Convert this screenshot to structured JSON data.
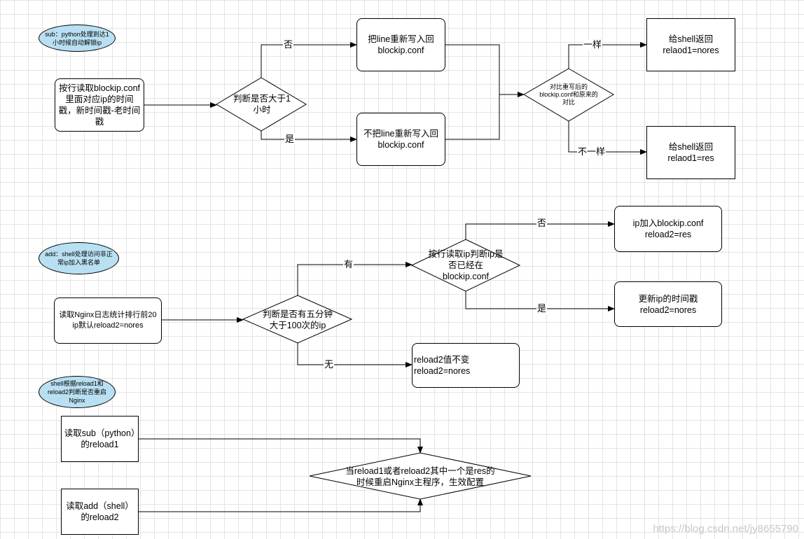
{
  "notes": {
    "sub": "sub：python处理到达1小时候自动解锁ip",
    "add": "add：shell处理访问非正常ip加入黑名单",
    "shell": "shell根据reload1和reload2判断是否重启Nginx"
  },
  "section1": {
    "start": "按行读取blockip.conf里面对应ip的时间戳，新时间戳-老时间戳",
    "decision": "判断是否大于1小时",
    "label_no": "否",
    "label_yes": "是",
    "write_back": "把line重新写入回blockip.conf",
    "no_write_back": "不把line重新写入回blockip.conf",
    "compare": "对比重写后的blockip.conf和原来的对比",
    "label_same": "一样",
    "label_diff": "不一样",
    "return_nores": "给shell返回relaod1=nores",
    "return_res": "给shell返回relaod1=res"
  },
  "section2": {
    "start": "读取Nginx日志统计排行前20 ip默认reload2=nores",
    "decision": "判断是否有五分钟大于100次的ip",
    "label_have": "有",
    "label_none": "无",
    "read_ip": "按行读取ip判断ip是否已经在blockip.conf",
    "label_no": "否",
    "label_yes": "是",
    "add_ip": "ip加入blockip.conf\nreload2=res",
    "update_ts": "更新ip的时间戳\nreload2=nores",
    "unchanged": "reload2值不变\nreload2=nores"
  },
  "section3": {
    "read_sub": "读取sub（python）的reload1",
    "read_add": "读取add（shell）的reload2",
    "decision": "当reload1或者reload2其中一个是res的时候重启Nginx主程序，生效配置"
  },
  "watermark": "https://blog.csdn.net/jy8655790"
}
